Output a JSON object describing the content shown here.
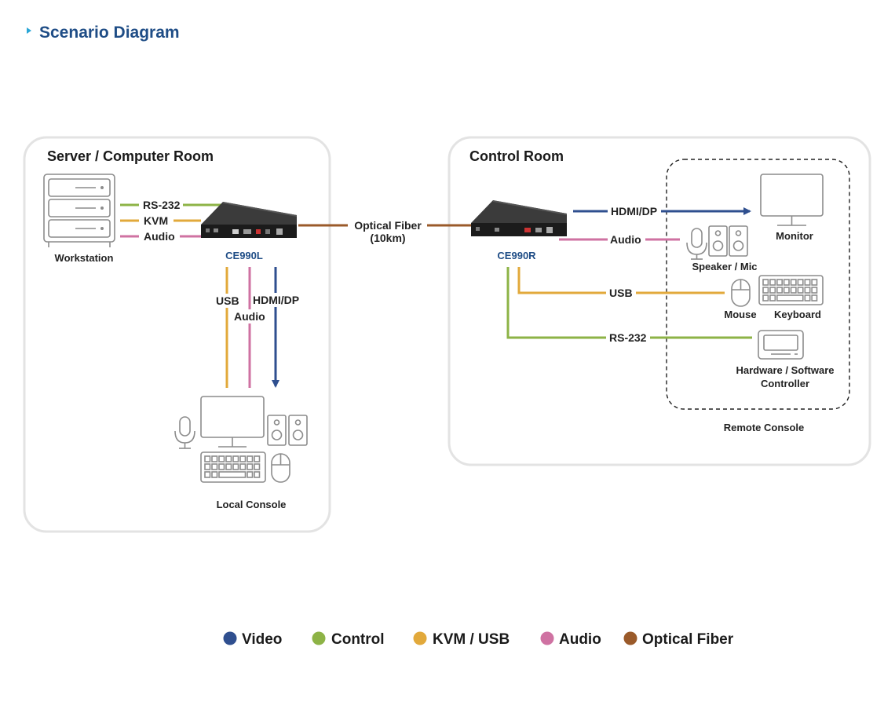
{
  "title": "Scenario Diagram",
  "colors": {
    "video": "#2f4f8f",
    "control": "#8db346",
    "kvm_usb": "#e2a93b",
    "audio": "#cf72a2",
    "optical": "#9a5a2a",
    "accent": "#1f4d86"
  },
  "rooms": {
    "server": {
      "title": "Server / Computer Room"
    },
    "control": {
      "title": "Control Room"
    }
  },
  "devices": {
    "workstation": "Workstation",
    "ce990l": "CE990L",
    "ce990r": "CE990R",
    "local_console": "Local Console",
    "monitor": "Monitor",
    "speaker_mic": "Speaker / Mic",
    "mouse": "Mouse",
    "keyboard": "Keyboard",
    "controller_line1": "Hardware / Software",
    "controller_line2": "Controller",
    "remote_console": "Remote Console"
  },
  "links": {
    "rs232_left": "RS-232",
    "kvm_left": "KVM",
    "audio_left": "Audio",
    "usb_down": "USB",
    "audio_down": "Audio",
    "hdmi_down": "HDMI/DP",
    "optical_line1": "Optical Fiber",
    "optical_line2": "(10km)",
    "hdmi_right": "HDMI/DP",
    "audio_right": "Audio",
    "usb_right": "USB",
    "rs232_right": "RS-232"
  },
  "legend": [
    {
      "label": "Video",
      "color": "#2f4f8f"
    },
    {
      "label": "Control",
      "color": "#8db346"
    },
    {
      "label": "KVM / USB",
      "color": "#e2a93b"
    },
    {
      "label": "Audio",
      "color": "#cf72a2"
    },
    {
      "label": "Optical Fiber",
      "color": "#9a5a2a"
    }
  ]
}
